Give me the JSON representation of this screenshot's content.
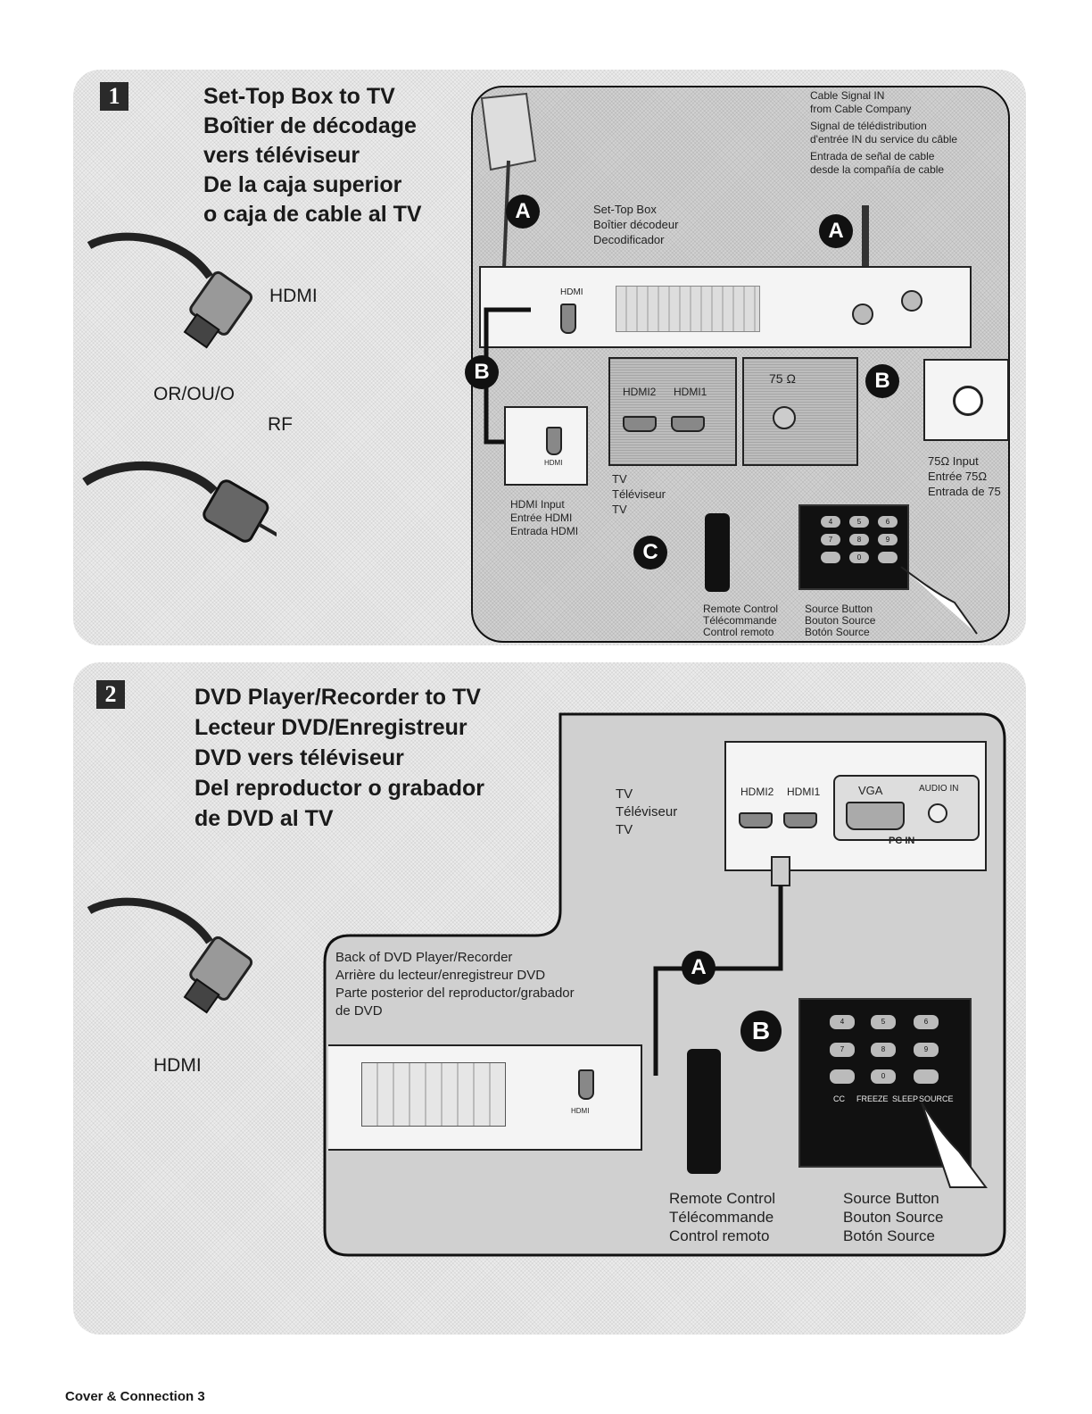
{
  "section1": {
    "number": "1",
    "title_lines": [
      "Set-Top Box to TV",
      "Boîtier de décodage",
      "vers téléviseur",
      "De la caja superior",
      "o caja de cable al TV"
    ],
    "cable_hdmi": "HDMI",
    "or_label": "OR/OU/O",
    "cable_rf": "RF",
    "cable_signal": [
      "Cable Signal IN",
      "from Cable Company",
      "Signal de télédistribution",
      "d'entrée IN du service du câble",
      "Entrada de señal de cable",
      "desde la compañía de cable"
    ],
    "set_top_box": [
      "Set-Top Box",
      "Boîtier décodeur",
      "Decodificador"
    ],
    "tv": [
      "TV",
      "Téléviseur",
      "TV"
    ],
    "hdmi_input": [
      "HDMI Input",
      "Entrée HDMI",
      "Entrada HDMI"
    ],
    "input75": [
      "75Ω Input",
      "Entrée 75Ω",
      "Entrada de 75"
    ],
    "remote": [
      "Remote Control",
      "Télécommande",
      "Control remoto"
    ],
    "source_button": [
      "Source Button",
      "Bouton Source",
      "Botón Source"
    ],
    "badges": {
      "a": "A",
      "b": "B",
      "c": "C"
    },
    "port_labels": {
      "hdmi2": "HDMI2",
      "hdmi1": "HDMI1",
      "ohm": "75 Ω",
      "hdmi": "HDMI"
    }
  },
  "section2": {
    "number": "2",
    "title_lines": [
      "DVD Player/Recorder to TV",
      "Lecteur DVD/Enregistreur",
      "DVD vers téléviseur",
      "Del reproductor o grabador",
      "de DVD al TV"
    ],
    "cable_hdmi": "HDMI",
    "tv": [
      "TV",
      "Téléviseur",
      "TV"
    ],
    "back_of_dvd": [
      "Back of DVD Player/Recorder",
      "Arrière du lecteur/enregistreur DVD",
      "Parte posterior del reproductor/grabador",
      "de DVD"
    ],
    "remote": [
      "Remote Control",
      "Télécommande",
      "Control remoto"
    ],
    "source_button": [
      "Source Button",
      "Bouton Source",
      "Botón Source"
    ],
    "badges": {
      "a": "A",
      "b": "B"
    },
    "port_labels": {
      "hdmi2": "HDMI2",
      "hdmi1": "HDMI1",
      "vga": "VGA",
      "audio_in": "AUDIO IN",
      "pc_in": "PC IN",
      "hdmi": "HDMI"
    }
  },
  "keypad_keys": [
    "4",
    "5",
    "6",
    "7",
    "8",
    "9",
    "",
    "0",
    "",
    "CC",
    "FREEZE",
    "SLEEP",
    "SOURCE"
  ],
  "footer": "Cover & Connection 3"
}
